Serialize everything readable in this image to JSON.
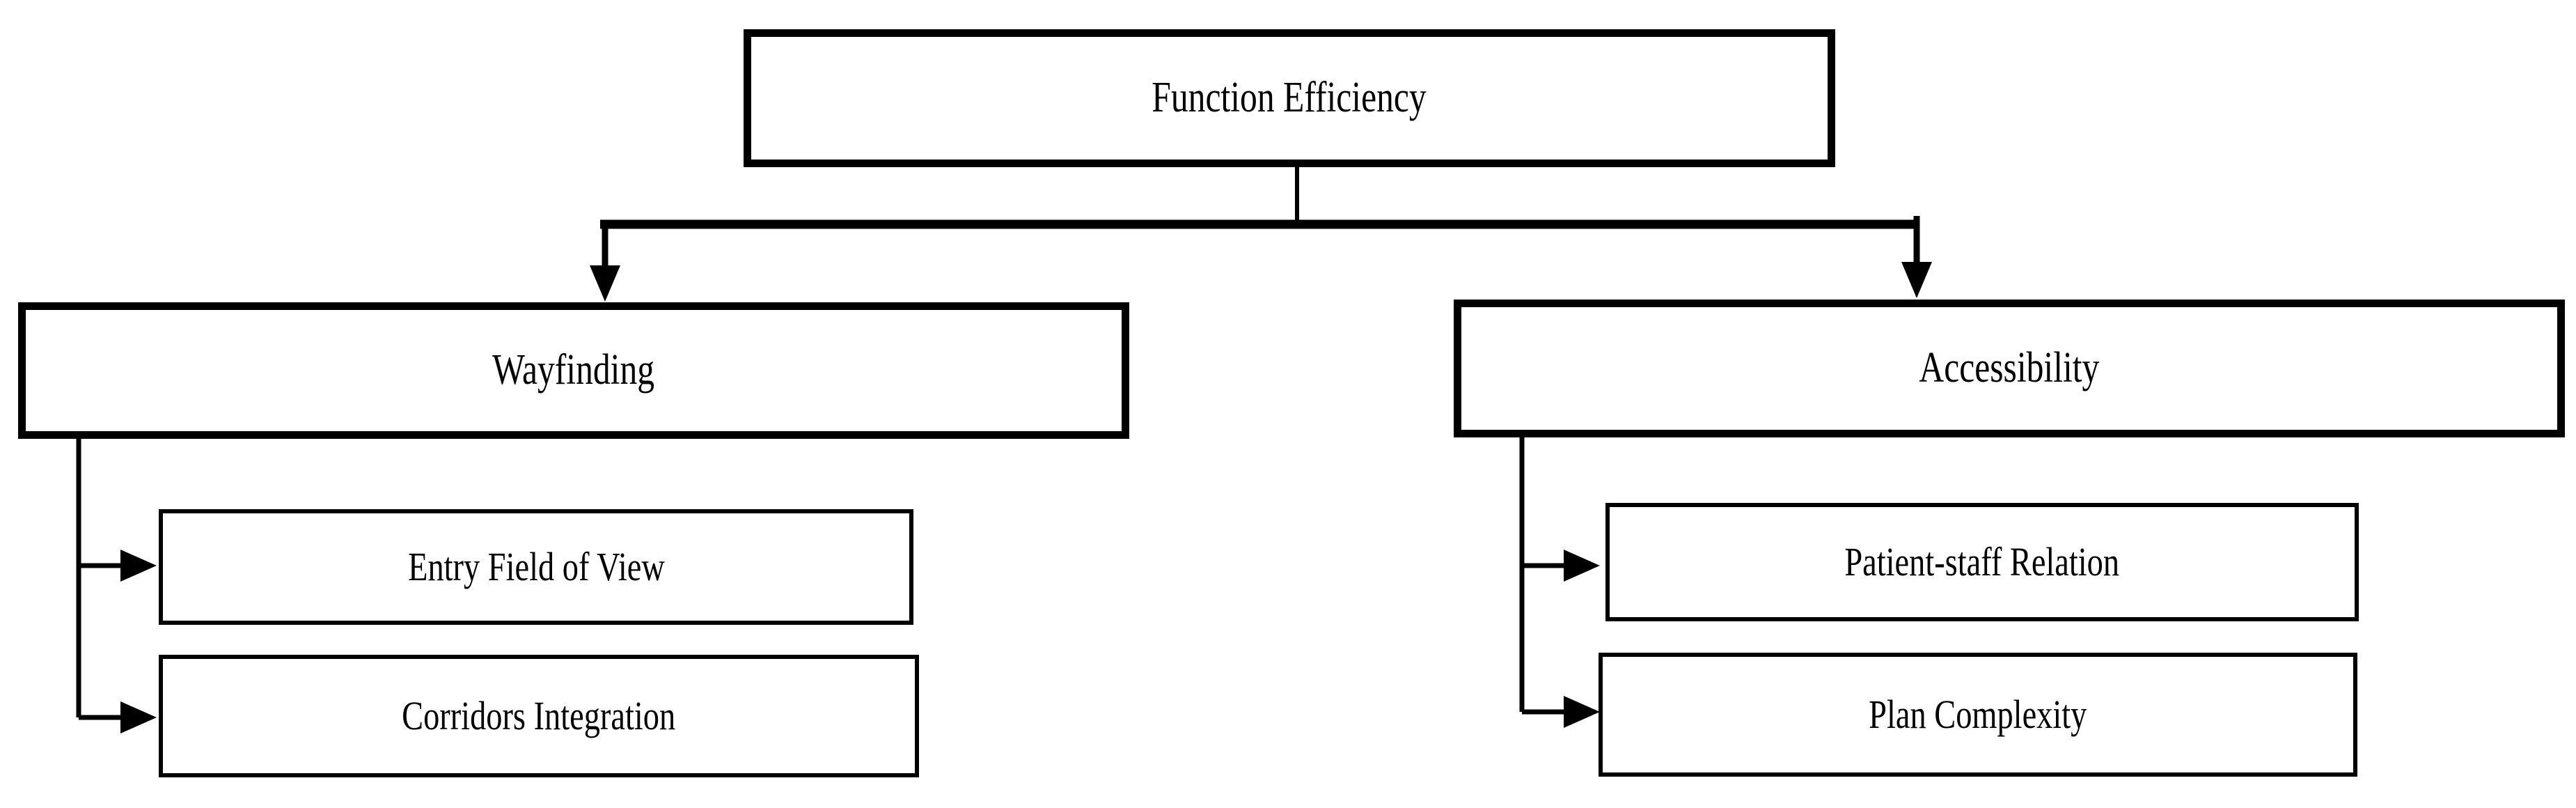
{
  "diagram": {
    "type": "hierarchy-flowchart",
    "orientation": "top-down",
    "background_color": "#ffffff",
    "line_color": "#000000",
    "text_color": "#000000",
    "levels": 3,
    "root": {
      "id": "function-efficiency",
      "label": "Function Efficiency"
    },
    "branches": [
      {
        "id": "wayfinding",
        "label": "Wayfinding",
        "children": [
          {
            "id": "entry-field-of-view",
            "label": "Entry Field of View"
          },
          {
            "id": "corridors-integration",
            "label": "Corridors Integration"
          }
        ]
      },
      {
        "id": "accessibility",
        "label": "Accessibility",
        "children": [
          {
            "id": "patient-staff-relation",
            "label": "Patient-staff Relation"
          },
          {
            "id": "plan-complexity",
            "label": "Plan Complexity"
          }
        ]
      }
    ],
    "connectors": [
      {
        "from": "function-efficiency",
        "to": "wayfinding",
        "style": "elbow-arrow"
      },
      {
        "from": "function-efficiency",
        "to": "accessibility",
        "style": "elbow-arrow"
      },
      {
        "from": "wayfinding",
        "to": "entry-field-of-view",
        "style": "elbow-arrow"
      },
      {
        "from": "wayfinding",
        "to": "corridors-integration",
        "style": "elbow-arrow"
      },
      {
        "from": "accessibility",
        "to": "patient-staff-relation",
        "style": "elbow-arrow"
      },
      {
        "from": "accessibility",
        "to": "plan-complexity",
        "style": "elbow-arrow"
      }
    ]
  }
}
